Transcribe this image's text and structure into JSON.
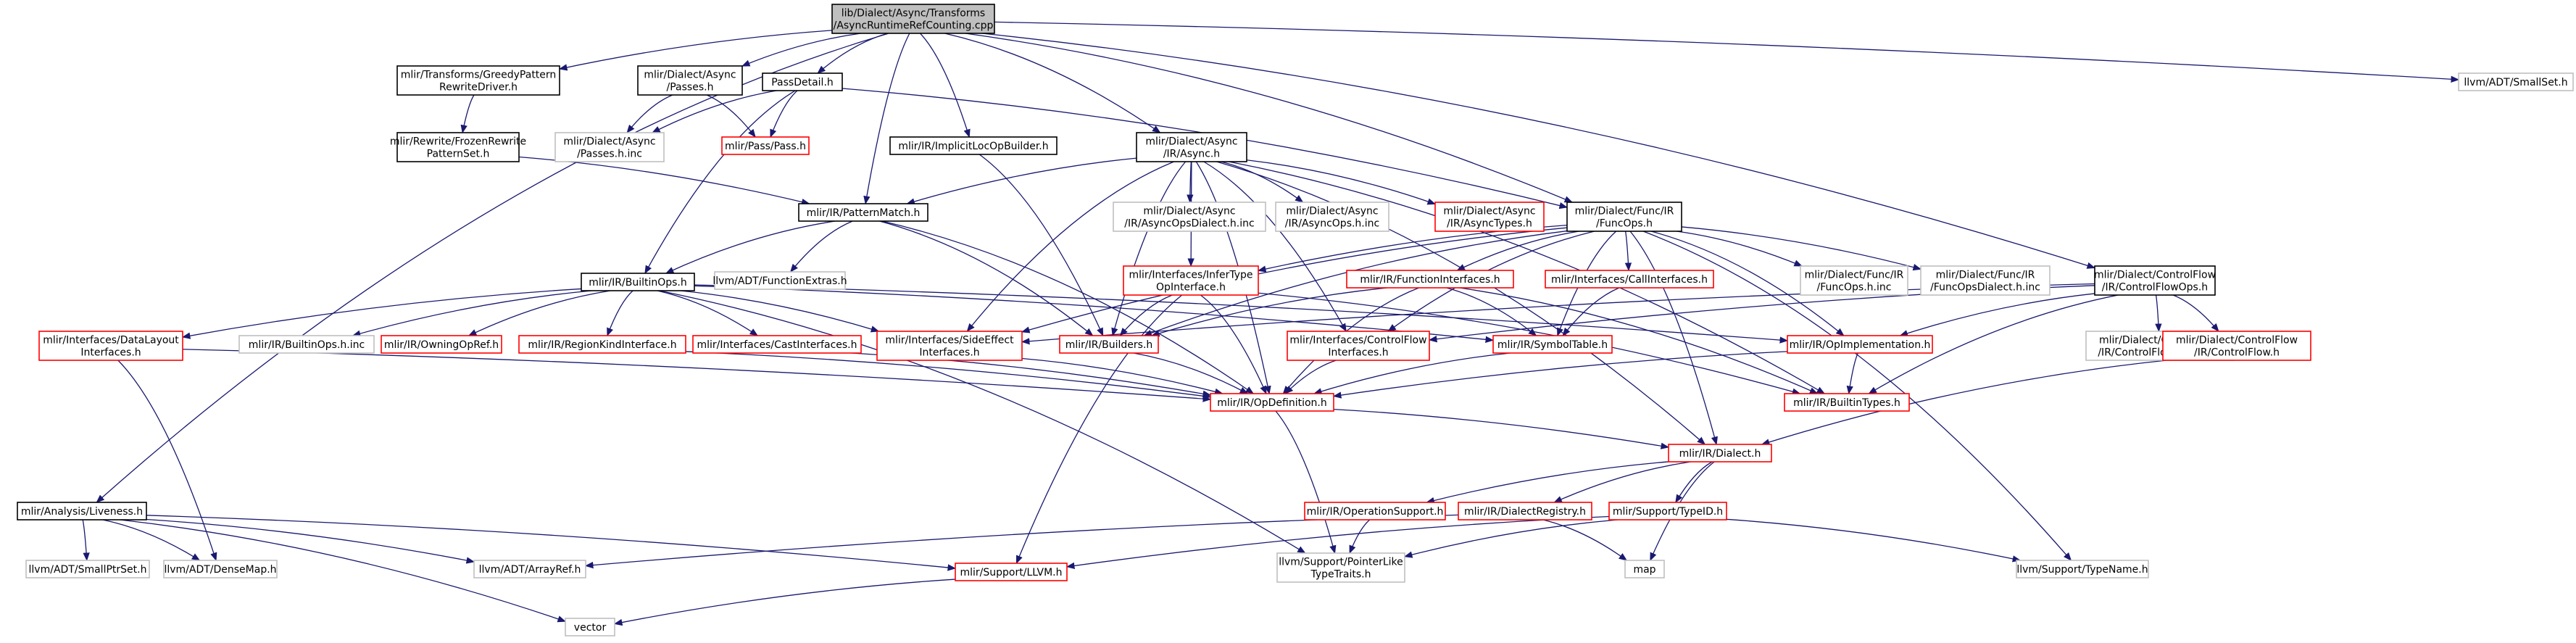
{
  "colors": {
    "root_fill": "#bfbfbf",
    "normal_border": "#000000",
    "linked_border": "#ff0000",
    "external_border": "#bfbfbf",
    "text": "#000000",
    "edge": "#191970"
  },
  "nodes": {
    "root": {
      "lines": [
        "lib/Dialect/Async/Transforms",
        "/AsyncRuntimeRefCounting.cpp"
      ],
      "kind": "root"
    },
    "greedy": {
      "lines": [
        "mlir/Transforms/GreedyPattern",
        "RewriteDriver.h"
      ],
      "kind": "normal"
    },
    "asyncpasses": {
      "lines": [
        "mlir/Dialect/Async",
        "/Passes.h"
      ],
      "kind": "normal"
    },
    "passdetail": {
      "lines": [
        "PassDetail.h"
      ],
      "kind": "normal"
    },
    "smallset": {
      "lines": [
        "llvm/ADT/SmallSet.h"
      ],
      "kind": "external"
    },
    "frozen": {
      "lines": [
        "mlir/Rewrite/FrozenRewrite",
        "PatternSet.h"
      ],
      "kind": "normal"
    },
    "passesinc": {
      "lines": [
        "mlir/Dialect/Async",
        "/Passes.h.inc"
      ],
      "kind": "external"
    },
    "pass": {
      "lines": [
        "mlir/Pass/Pass.h"
      ],
      "kind": "linked"
    },
    "implicitloc": {
      "lines": [
        "mlir/IR/ImplicitLocOpBuilder.h"
      ],
      "kind": "normal"
    },
    "asyncir": {
      "lines": [
        "mlir/Dialect/Async",
        "/IR/Async.h"
      ],
      "kind": "normal"
    },
    "patternmatch": {
      "lines": [
        "mlir/IR/PatternMatch.h"
      ],
      "kind": "normal"
    },
    "asyncdialectinc": {
      "lines": [
        "mlir/Dialect/Async",
        "/IR/AsyncOpsDialect.h.inc"
      ],
      "kind": "external"
    },
    "asyncopsinc": {
      "lines": [
        "mlir/Dialect/Async",
        "/IR/AsyncOps.h.inc"
      ],
      "kind": "external"
    },
    "asynctypes": {
      "lines": [
        "mlir/Dialect/Async",
        "/IR/AsyncTypes.h"
      ],
      "kind": "linked"
    },
    "funcops": {
      "lines": [
        "mlir/Dialect/Func/IR",
        "/FuncOps.h"
      ],
      "kind": "normal"
    },
    "cfops": {
      "lines": [
        "mlir/Dialect/ControlFlow",
        "/IR/ControlFlowOps.h"
      ],
      "kind": "normal"
    },
    "builtinops": {
      "lines": [
        "mlir/IR/BuiltinOps.h"
      ],
      "kind": "normal"
    },
    "functionextras": {
      "lines": [
        "llvm/ADT/FunctionExtras.h"
      ],
      "kind": "external"
    },
    "infertype": {
      "lines": [
        "mlir/Interfaces/InferType",
        "OpInterface.h"
      ],
      "kind": "linked"
    },
    "functioninterfaces": {
      "lines": [
        "mlir/IR/FunctionInterfaces.h"
      ],
      "kind": "linked"
    },
    "callinterfaces": {
      "lines": [
        "mlir/Interfaces/CallInterfaces.h"
      ],
      "kind": "linked"
    },
    "funcopsinc": {
      "lines": [
        "mlir/Dialect/Func/IR",
        "/FuncOps.h.inc"
      ],
      "kind": "external"
    },
    "funcdialectinc": {
      "lines": [
        "mlir/Dialect/Func/IR",
        "/FuncOpsDialect.h.inc"
      ],
      "kind": "external"
    },
    "datalayout": {
      "lines": [
        "mlir/Interfaces/DataLayout",
        "Interfaces.h"
      ],
      "kind": "linked"
    },
    "builtinopsinc": {
      "lines": [
        "mlir/IR/BuiltinOps.h.inc"
      ],
      "kind": "external"
    },
    "owningopref": {
      "lines": [
        "mlir/IR/OwningOpRef.h"
      ],
      "kind": "linked"
    },
    "regionkind": {
      "lines": [
        "mlir/IR/RegionKindInterface.h"
      ],
      "kind": "linked"
    },
    "castinterfaces": {
      "lines": [
        "mlir/Interfaces/CastInterfaces.h"
      ],
      "kind": "linked"
    },
    "sideeffect": {
      "lines": [
        "mlir/Interfaces/SideEffect",
        "Interfaces.h"
      ],
      "kind": "linked"
    },
    "builders": {
      "lines": [
        "mlir/IR/Builders.h"
      ],
      "kind": "linked"
    },
    "cfinterfaces": {
      "lines": [
        "mlir/Interfaces/ControlFlow",
        "Interfaces.h"
      ],
      "kind": "linked"
    },
    "symboltable": {
      "lines": [
        "mlir/IR/SymbolTable.h"
      ],
      "kind": "linked"
    },
    "opimpl": {
      "lines": [
        "mlir/IR/OpImplementation.h"
      ],
      "kind": "linked"
    },
    "cfopsinc": {
      "lines": [
        "mlir/Dialect/ControlFlow",
        "/IR/ControlFlowOps.h.inc"
      ],
      "kind": "external"
    },
    "cfh": {
      "lines": [
        "mlir/Dialect/ControlFlow",
        "/IR/ControlFlow.h"
      ],
      "kind": "linked"
    },
    "opdef": {
      "lines": [
        "mlir/IR/OpDefinition.h"
      ],
      "kind": "linked"
    },
    "builtintypes": {
      "lines": [
        "mlir/IR/BuiltinTypes.h"
      ],
      "kind": "linked"
    },
    "dialect": {
      "lines": [
        "mlir/IR/Dialect.h"
      ],
      "kind": "linked"
    },
    "liveness": {
      "lines": [
        "mlir/Analysis/Liveness.h"
      ],
      "kind": "normal"
    },
    "opsupport": {
      "lines": [
        "mlir/IR/OperationSupport.h"
      ],
      "kind": "linked"
    },
    "dialectregistry": {
      "lines": [
        "mlir/IR/DialectRegistry.h"
      ],
      "kind": "linked"
    },
    "typeid": {
      "lines": [
        "mlir/Support/TypeID.h"
      ],
      "kind": "linked"
    },
    "smallptrset": {
      "lines": [
        "llvm/ADT/SmallPtrSet.h"
      ],
      "kind": "external"
    },
    "densemap": {
      "lines": [
        "llvm/ADT/DenseMap.h"
      ],
      "kind": "external"
    },
    "arrayref": {
      "lines": [
        "llvm/ADT/ArrayRef.h"
      ],
      "kind": "external"
    },
    "supportllvm": {
      "lines": [
        "mlir/Support/LLVM.h"
      ],
      "kind": "linked"
    },
    "pointerlike": {
      "lines": [
        "llvm/Support/PointerLike",
        "TypeTraits.h"
      ],
      "kind": "external"
    },
    "map": {
      "lines": [
        "map"
      ],
      "kind": "external"
    },
    "typename": {
      "lines": [
        "llvm/Support/TypeName.h"
      ],
      "kind": "external"
    },
    "vector": {
      "lines": [
        "vector"
      ],
      "kind": "external"
    }
  },
  "edges": [
    [
      "root",
      "greedy"
    ],
    [
      "root",
      "asyncpasses"
    ],
    [
      "root",
      "passdetail"
    ],
    [
      "root",
      "smallset"
    ],
    [
      "root",
      "liveness"
    ],
    [
      "root",
      "implicitloc"
    ],
    [
      "root",
      "asyncir"
    ],
    [
      "root",
      "patternmatch"
    ],
    [
      "root",
      "funcops"
    ],
    [
      "root",
      "cfops"
    ],
    [
      "greedy",
      "frozen"
    ],
    [
      "frozen",
      "patternmatch"
    ],
    [
      "asyncpasses",
      "passesinc"
    ],
    [
      "asyncpasses",
      "pass"
    ],
    [
      "passdetail",
      "passesinc"
    ],
    [
      "passdetail",
      "pass"
    ],
    [
      "passdetail",
      "builtinops"
    ],
    [
      "passdetail",
      "funcops"
    ],
    [
      "implicitloc",
      "builders"
    ],
    [
      "asyncir",
      "patternmatch"
    ],
    [
      "asyncir",
      "asyncdialectinc"
    ],
    [
      "asyncir",
      "asyncopsinc"
    ],
    [
      "asyncir",
      "asynctypes"
    ],
    [
      "asyncir",
      "infertype"
    ],
    [
      "asyncir",
      "sideeffect"
    ],
    [
      "asyncir",
      "builders"
    ],
    [
      "asyncir",
      "opdef"
    ],
    [
      "asyncir",
      "cfinterfaces"
    ],
    [
      "asyncir",
      "builtintypes"
    ],
    [
      "asyncir",
      "dialect"
    ],
    [
      "patternmatch",
      "builtinops"
    ],
    [
      "patternmatch",
      "functionextras"
    ],
    [
      "patternmatch",
      "builders"
    ],
    [
      "patternmatch",
      "opdef"
    ],
    [
      "funcops",
      "infertype"
    ],
    [
      "funcops",
      "functioninterfaces"
    ],
    [
      "funcops",
      "callinterfaces"
    ],
    [
      "funcops",
      "funcopsinc"
    ],
    [
      "funcops",
      "funcdialectinc"
    ],
    [
      "funcops",
      "sideeffect"
    ],
    [
      "funcops",
      "builders"
    ],
    [
      "funcops",
      "cfinterfaces"
    ],
    [
      "funcops",
      "symboltable"
    ],
    [
      "funcops",
      "opimpl"
    ],
    [
      "funcops",
      "dialect"
    ],
    [
      "funcops",
      "typename"
    ],
    [
      "cfops",
      "cfopsinc"
    ],
    [
      "cfops",
      "cfh"
    ],
    [
      "cfops",
      "sideeffect"
    ],
    [
      "cfops",
      "cfinterfaces"
    ],
    [
      "cfops",
      "opimpl"
    ],
    [
      "cfops",
      "builtintypes"
    ],
    [
      "builtinops",
      "datalayout"
    ],
    [
      "builtinops",
      "builtinopsinc"
    ],
    [
      "builtinops",
      "owningopref"
    ],
    [
      "builtinops",
      "regionkind"
    ],
    [
      "builtinops",
      "castinterfaces"
    ],
    [
      "builtinops",
      "sideeffect"
    ],
    [
      "builtinops",
      "symboltable"
    ],
    [
      "builtinops",
      "opimpl"
    ],
    [
      "builtinops",
      "pointerlike"
    ],
    [
      "infertype",
      "builders"
    ],
    [
      "infertype",
      "opdef"
    ],
    [
      "infertype",
      "builtintypes"
    ],
    [
      "infertype",
      "supportllvm"
    ],
    [
      "functioninterfaces",
      "builders"
    ],
    [
      "functioninterfaces",
      "symboltable"
    ],
    [
      "functioninterfaces",
      "opdef"
    ],
    [
      "functioninterfaces",
      "builtintypes"
    ],
    [
      "callinterfaces",
      "symboltable"
    ],
    [
      "datalayout",
      "densemap"
    ],
    [
      "datalayout",
      "opdef"
    ],
    [
      "regionkind",
      "opdef"
    ],
    [
      "castinterfaces",
      "opdef"
    ],
    [
      "sideeffect",
      "opdef"
    ],
    [
      "builders",
      "opdef"
    ],
    [
      "cfinterfaces",
      "opdef"
    ],
    [
      "symboltable",
      "opdef"
    ],
    [
      "opimpl",
      "opdef"
    ],
    [
      "opimpl",
      "builtintypes"
    ],
    [
      "cfh",
      "dialect"
    ],
    [
      "opdef",
      "dialect"
    ],
    [
      "opdef",
      "pointerlike"
    ],
    [
      "dialect",
      "opsupport"
    ],
    [
      "dialect",
      "dialectregistry"
    ],
    [
      "dialect",
      "typeid"
    ],
    [
      "dialect",
      "map"
    ],
    [
      "opsupport",
      "pointerlike"
    ],
    [
      "dialectregistry",
      "arrayref"
    ],
    [
      "dialectregistry",
      "map"
    ],
    [
      "typeid",
      "supportllvm"
    ],
    [
      "typeid",
      "pointerlike"
    ],
    [
      "typeid",
      "typename"
    ],
    [
      "supportllvm",
      "vector"
    ],
    [
      "liveness",
      "smallptrset"
    ],
    [
      "liveness",
      "densemap"
    ],
    [
      "liveness",
      "arrayref"
    ],
    [
      "liveness",
      "supportllvm"
    ],
    [
      "liveness",
      "vector"
    ]
  ]
}
